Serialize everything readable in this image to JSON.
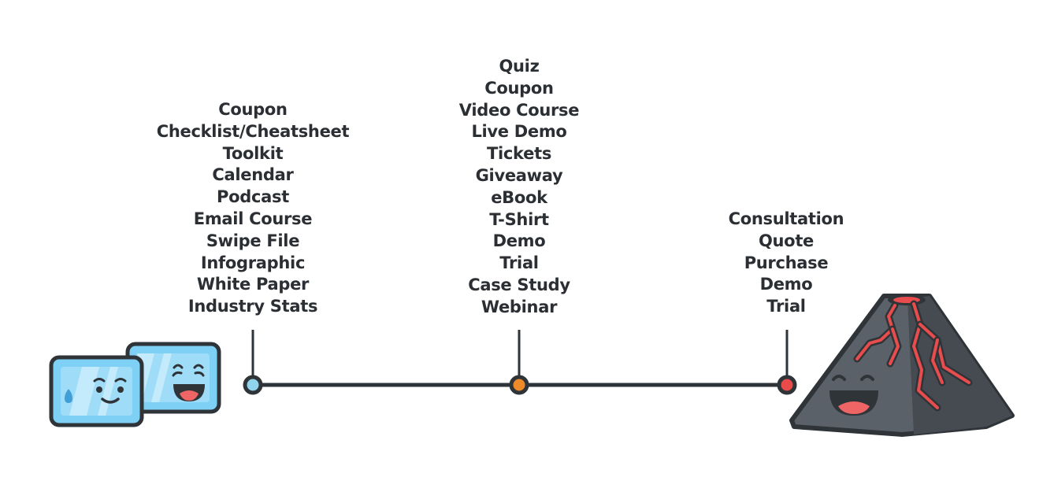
{
  "columns": [
    {
      "id": "left",
      "color": "#8fd3ec",
      "items": [
        "Coupon",
        "Checklist/Cheatsheet",
        "Toolkit",
        "Calendar",
        "Podcast",
        "Email Course",
        "Swipe File",
        "Infographic",
        "White Paper",
        "Industry Stats"
      ]
    },
    {
      "id": "mid",
      "color": "#ef8a2a",
      "items": [
        "Quiz",
        "Coupon",
        "Video Course",
        "Live Demo",
        "Tickets",
        "Giveaway",
        "eBook",
        "T-Shirt",
        "Demo",
        "Trial",
        "Case Study",
        "Webinar"
      ]
    },
    {
      "id": "right",
      "color": "#e94b4b",
      "items": [
        "Consultation",
        "Quote",
        "Purchase",
        "Demo",
        "Trial"
      ]
    }
  ],
  "colors": {
    "line": "#2f3439",
    "ice": "#7fd0f5",
    "ice_shine": "#b2e4fa",
    "mountain": "#5b6168",
    "mountain_dark": "#464b51",
    "lava": "#e84c4c",
    "mouth": "#ef6464"
  },
  "icons": {
    "start": "ice-cube-characters-icon",
    "end": "volcano-character-icon"
  }
}
